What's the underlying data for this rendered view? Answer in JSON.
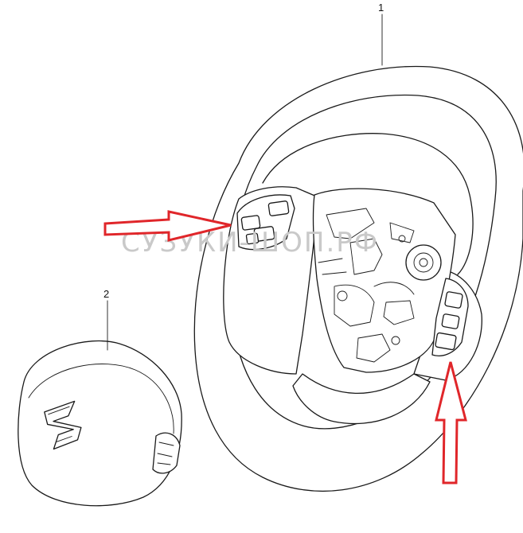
{
  "diagram": {
    "callouts": [
      {
        "id": "part-1",
        "label": "1"
      },
      {
        "id": "part-2",
        "label": "2"
      }
    ],
    "watermark": "СУЗУКИ-ШОП.РФ",
    "colors": {
      "line": "#1a1a1a",
      "highlight_arrow": "#e0262a",
      "watermark": "#c9c9c9",
      "background": "#ffffff"
    },
    "icons": [
      "suzuki-logo-icon"
    ]
  }
}
